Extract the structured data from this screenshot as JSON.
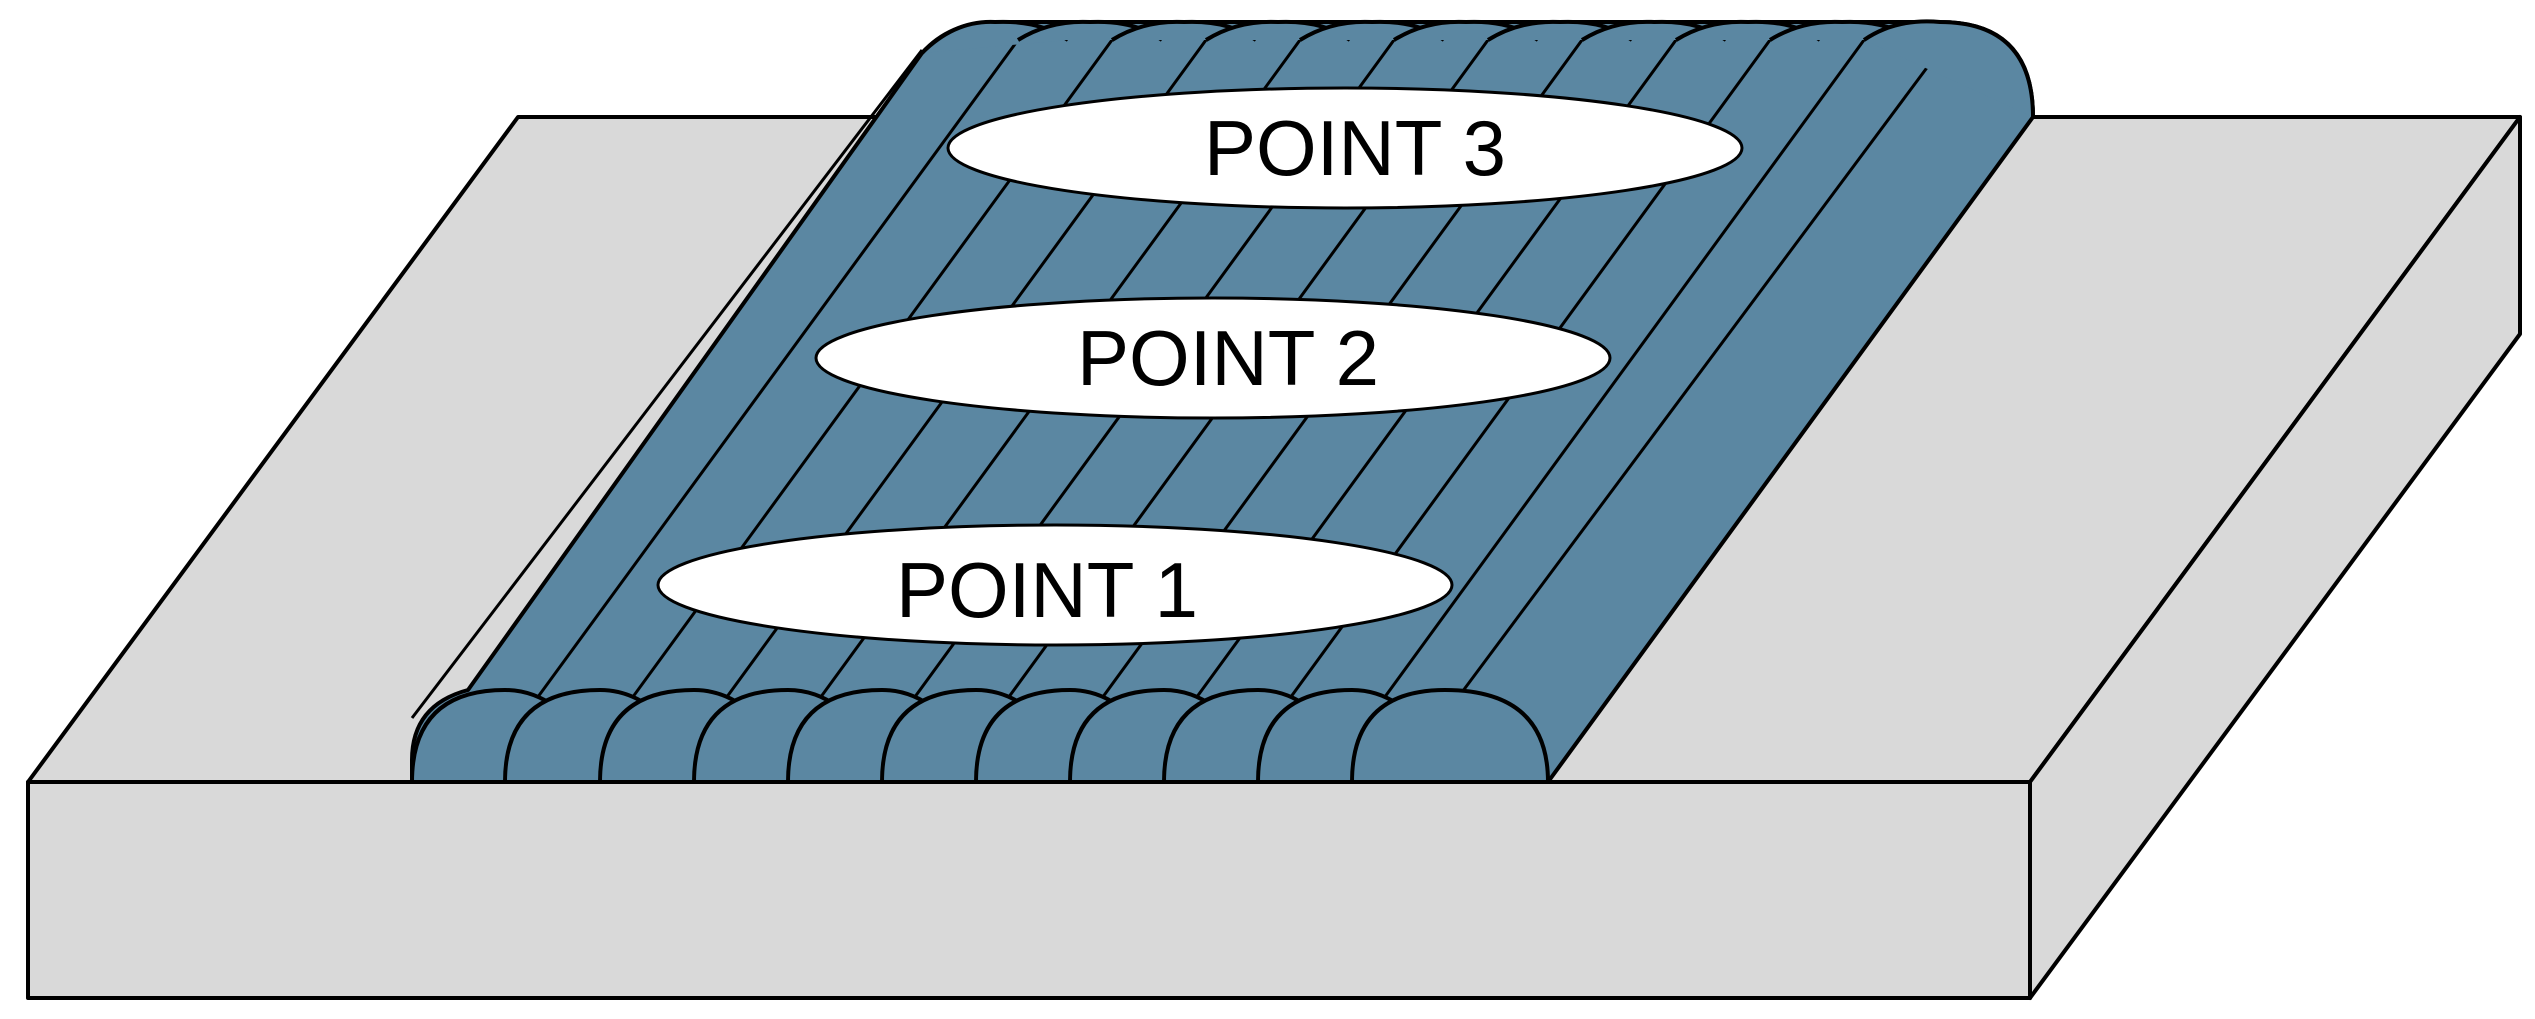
{
  "colors": {
    "plate": "#d9d9d9",
    "weld_bead": "#5b87a2",
    "outline": "#000000",
    "label_fill": "#ffffff"
  },
  "labels": [
    {
      "id": "point-3",
      "text": "POINT 3"
    },
    {
      "id": "point-2",
      "text": "POINT 2"
    },
    {
      "id": "point-1",
      "text": "POINT 1"
    }
  ]
}
